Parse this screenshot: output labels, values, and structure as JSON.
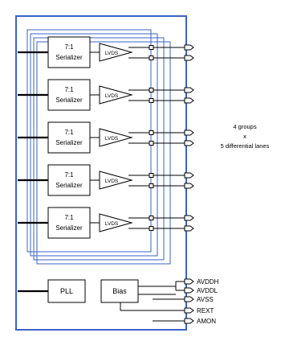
{
  "serializer_label_line1": "7:1",
  "serializer_label_line2": "Serializer",
  "driver_label": "LVDS",
  "lane_count": 5,
  "pll_label": "PLL",
  "bias_label": "Bias",
  "note": {
    "line1": "4 groups",
    "line2": "x",
    "line3": "5 differential lanes"
  },
  "pins": [
    "AVDDH",
    "AVDDL",
    "AVSS",
    "REXT",
    "AMON"
  ],
  "colors": {
    "frame": "#3a63c8",
    "line": "#000000"
  }
}
